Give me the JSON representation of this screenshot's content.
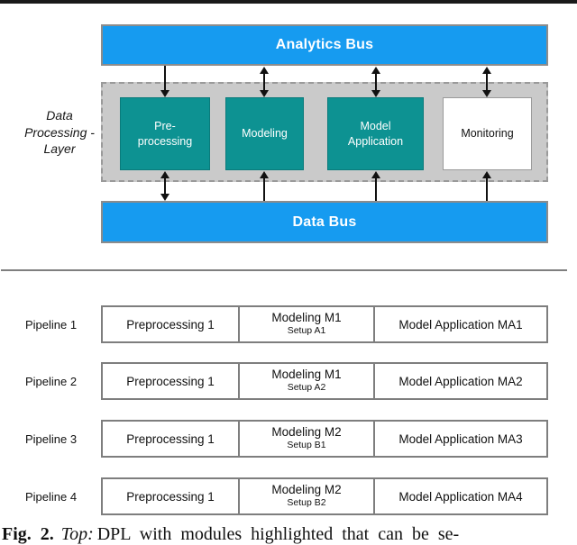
{
  "dpl": {
    "analytics_bus_label": "Analytics Bus",
    "data_bus_label": "Data Bus",
    "layer_label": "Data\nProcessing -\nLayer",
    "modules": [
      {
        "label": "Pre-\nprocessing",
        "highlighted": true
      },
      {
        "label": "Modeling",
        "highlighted": true
      },
      {
        "label": "Model\nApplication",
        "highlighted": true
      },
      {
        "label": "Monitoring",
        "highlighted": false
      }
    ],
    "colors": {
      "bus_blue": "#169bf0",
      "module_teal": "#0d9292",
      "layer_gray": "#cacaca"
    }
  },
  "pipelines": [
    {
      "label": "Pipeline 1",
      "preprocessing": "Preprocessing 1",
      "modeling": "Modeling M1",
      "setup": "Setup A1",
      "application": "Model Application MA1"
    },
    {
      "label": "Pipeline 2",
      "preprocessing": "Preprocessing 1",
      "modeling": "Modeling M1",
      "setup": "Setup A2",
      "application": "Model Application MA2"
    },
    {
      "label": "Pipeline 3",
      "preprocessing": "Preprocessing 1",
      "modeling": "Modeling M2",
      "setup": "Setup B1",
      "application": "Model Application MA3"
    },
    {
      "label": "Pipeline 4",
      "preprocessing": "Preprocessing 1",
      "modeling": "Modeling M2",
      "setup": "Setup B2",
      "application": "Model Application MA4"
    }
  ],
  "caption": {
    "fig_label": "Fig. 2.",
    "emphasis": "Top:",
    "text": "DPL with modules highlighted that can be se-"
  }
}
